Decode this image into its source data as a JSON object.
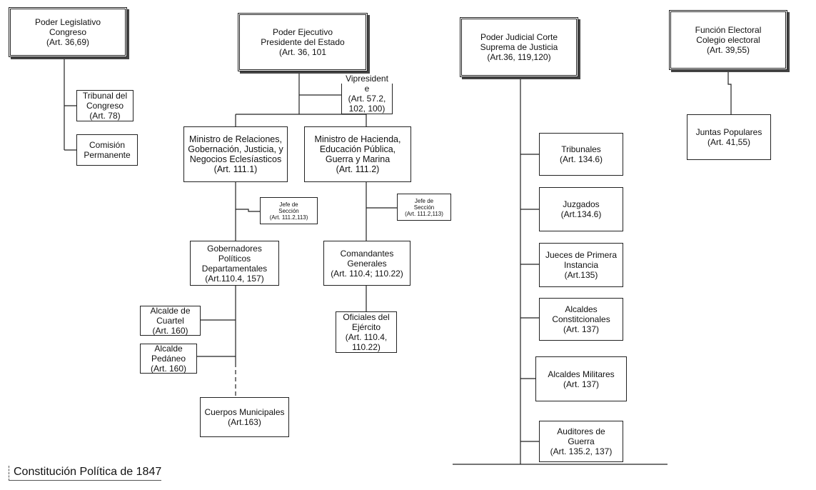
{
  "legislative": {
    "head": "Poder Legislativo\nCongreso\n(Art. 36,69)",
    "tribunal": "Tribunal del\nCongreso\n(Art. 78)",
    "comision": "Comisión\nPermanente"
  },
  "executive": {
    "head": "Poder Ejecutivo\nPresidente del Estado\n(Art. 36, 101",
    "vicepresidente": "Vipresident\ne\n(Art. 57.2,\n102, 100)",
    "ministro_relaciones": "Ministro de Relaciones,\nGobernación, Justicia, y\nNegocios Eclesíasticos\n(Art. 111.1)",
    "ministro_hacienda": "Ministro de Hacienda,\nEducación Pública,\nGuerra y Marina\n(Art. 111.2)",
    "jefe_seccion_1": "Jefe de\nSección\n(Art. 111.2,113)",
    "jefe_seccion_2": "Jefe de\nSección\n(Art. 111.2,113)",
    "gobernadores": "Gobernadores\nPolíticos\nDepartamentales\n(Art.110.4, 157)",
    "comandantes": "Comandantes\nGenerales\n(Art. 110.4; 110.22)",
    "alcalde_cuartel": "Alcalde de\nCuartel\n(Art. 160)",
    "alcalde_pedaneo": "Alcalde\nPedáneo\n(Art. 160)",
    "oficiales": "Oficiales del\nEjército\n(Art. 110.4,\n110.22)",
    "cuerpos_municipales": "Cuerpos Municipales\n(Art.163)"
  },
  "judicial": {
    "head": "Poder Judicial Corte\nSuprema de Justicia\n(Art.36, 119,120)",
    "tribunales": "Tribunales\n(Art. 134.6)",
    "juzgados": "Juzgados\n(Art.134.6)",
    "jueces": "Jueces de Primera\nInstancia\n(Art.135)",
    "alcaldes_const": "Alcaldes\nConstitcionales\n(Art. 137)",
    "alcaldes_mil": "Alcaldes Militares\n(Art. 137)",
    "auditores": "Auditores de\nGuerra\n(Art. 135.2, 137)"
  },
  "electoral": {
    "head": "Función Electoral\nColegio electoral\n(Art. 39,55)",
    "juntas": "Juntas Populares\n(Art. 41,55)"
  },
  "footer": {
    "title": "Constitución Política de 1847"
  }
}
